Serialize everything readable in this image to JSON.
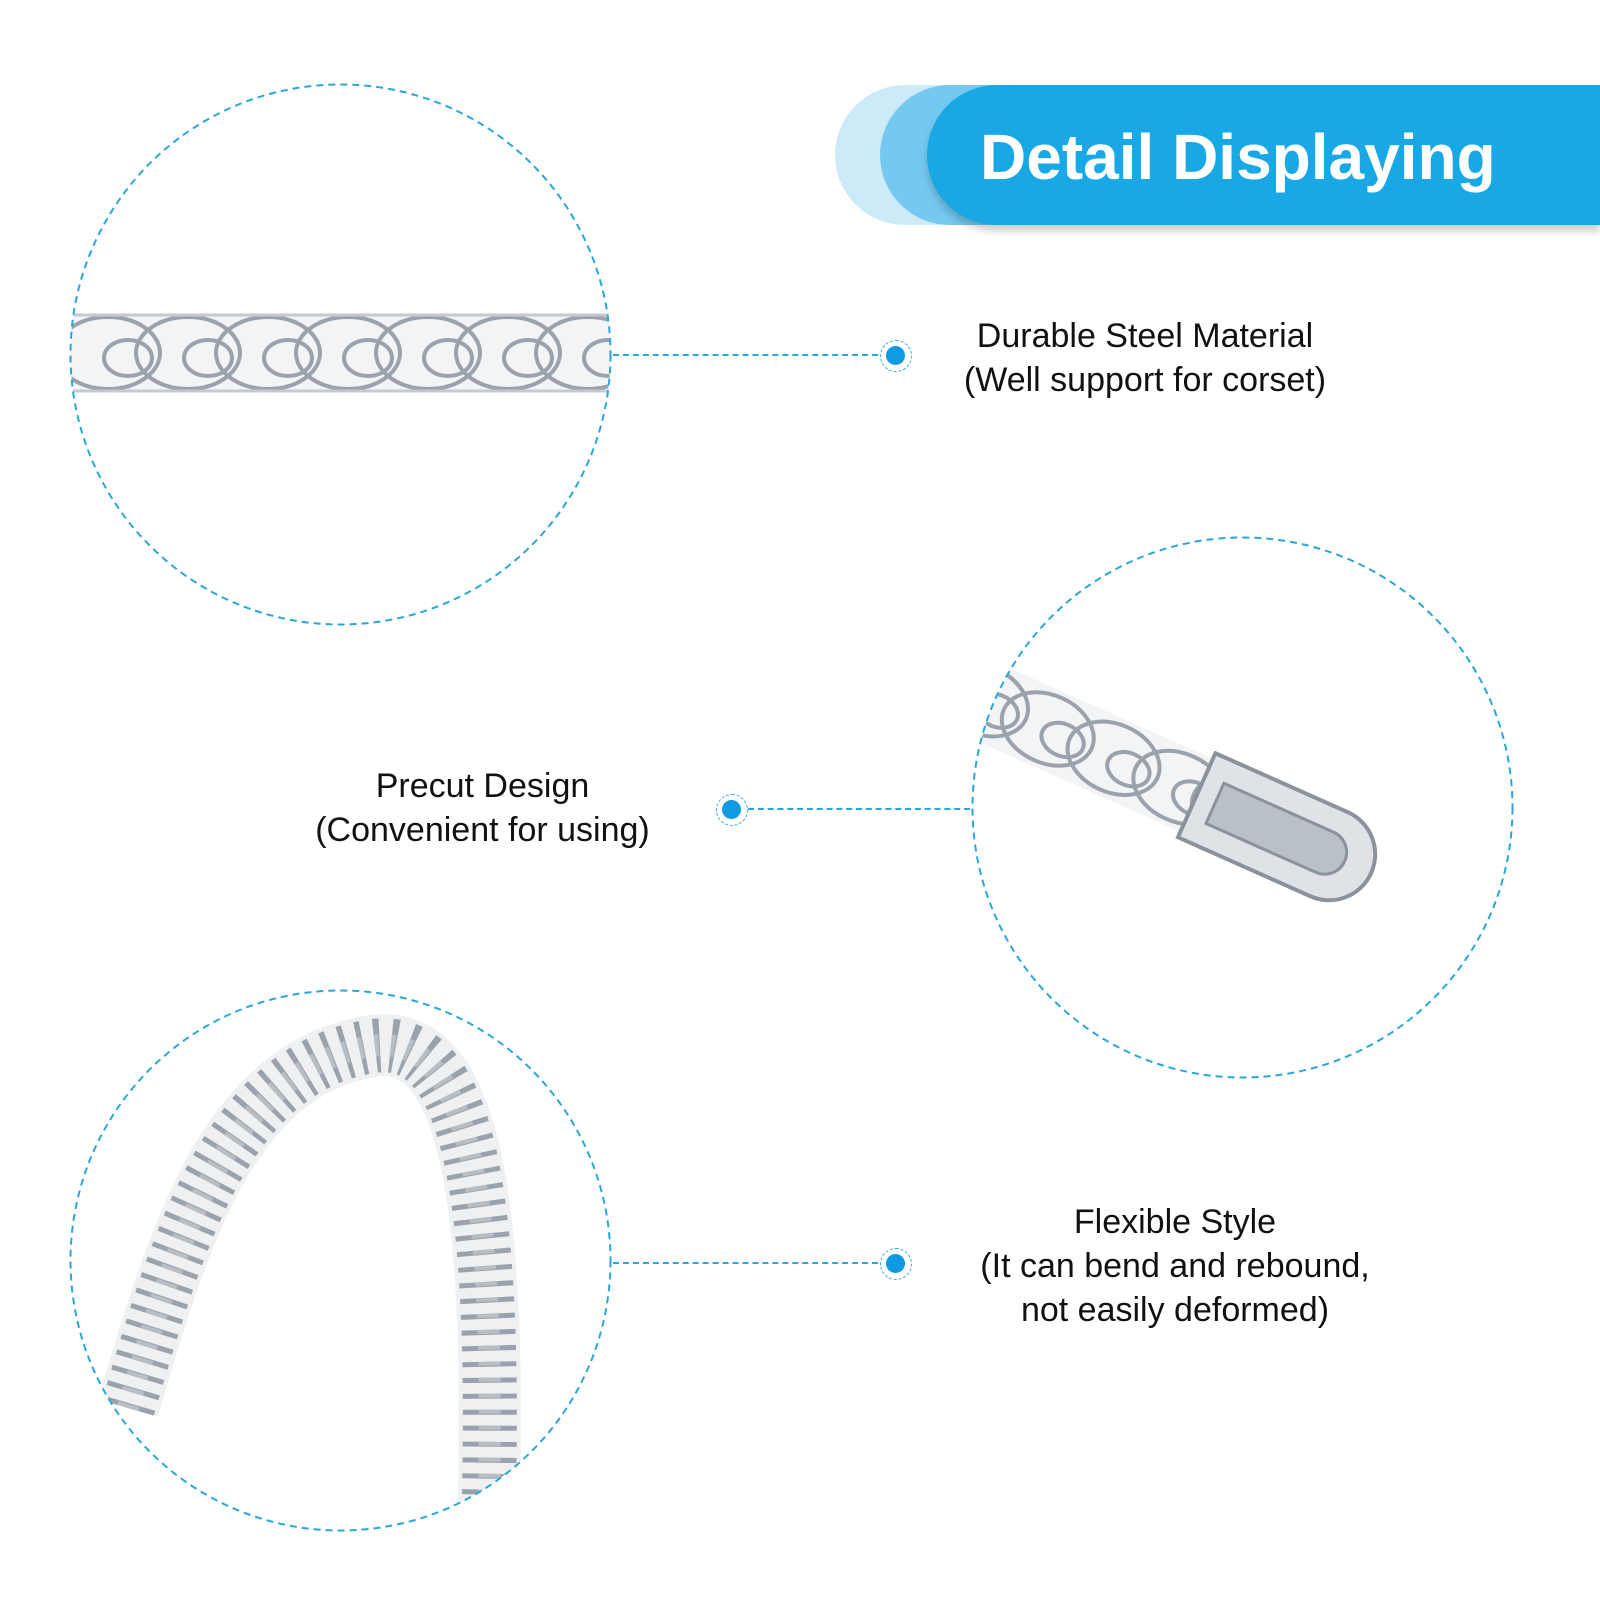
{
  "banner": {
    "title": "Detail Displaying"
  },
  "features": [
    {
      "title": "Durable Steel Material",
      "detail": "(Well support for corset)"
    },
    {
      "title": "Precut Design",
      "detail": "(Convenient for using)"
    },
    {
      "title": "Flexible Style",
      "detail": "(It can bend and rebound,",
      "detail2": "not easily deformed)"
    }
  ],
  "colors": {
    "accent": "#19a8e6",
    "accent_mid": "#75c9f1",
    "accent_light": "#cdeaf8",
    "dot": "#0f9ae4",
    "steel": "#9aa3ab"
  },
  "icons": {
    "photo_1": "spiral-steel-bone-photo",
    "photo_2": "steel-bone-end-tip-photo",
    "photo_3": "bent-steel-bone-photo"
  }
}
